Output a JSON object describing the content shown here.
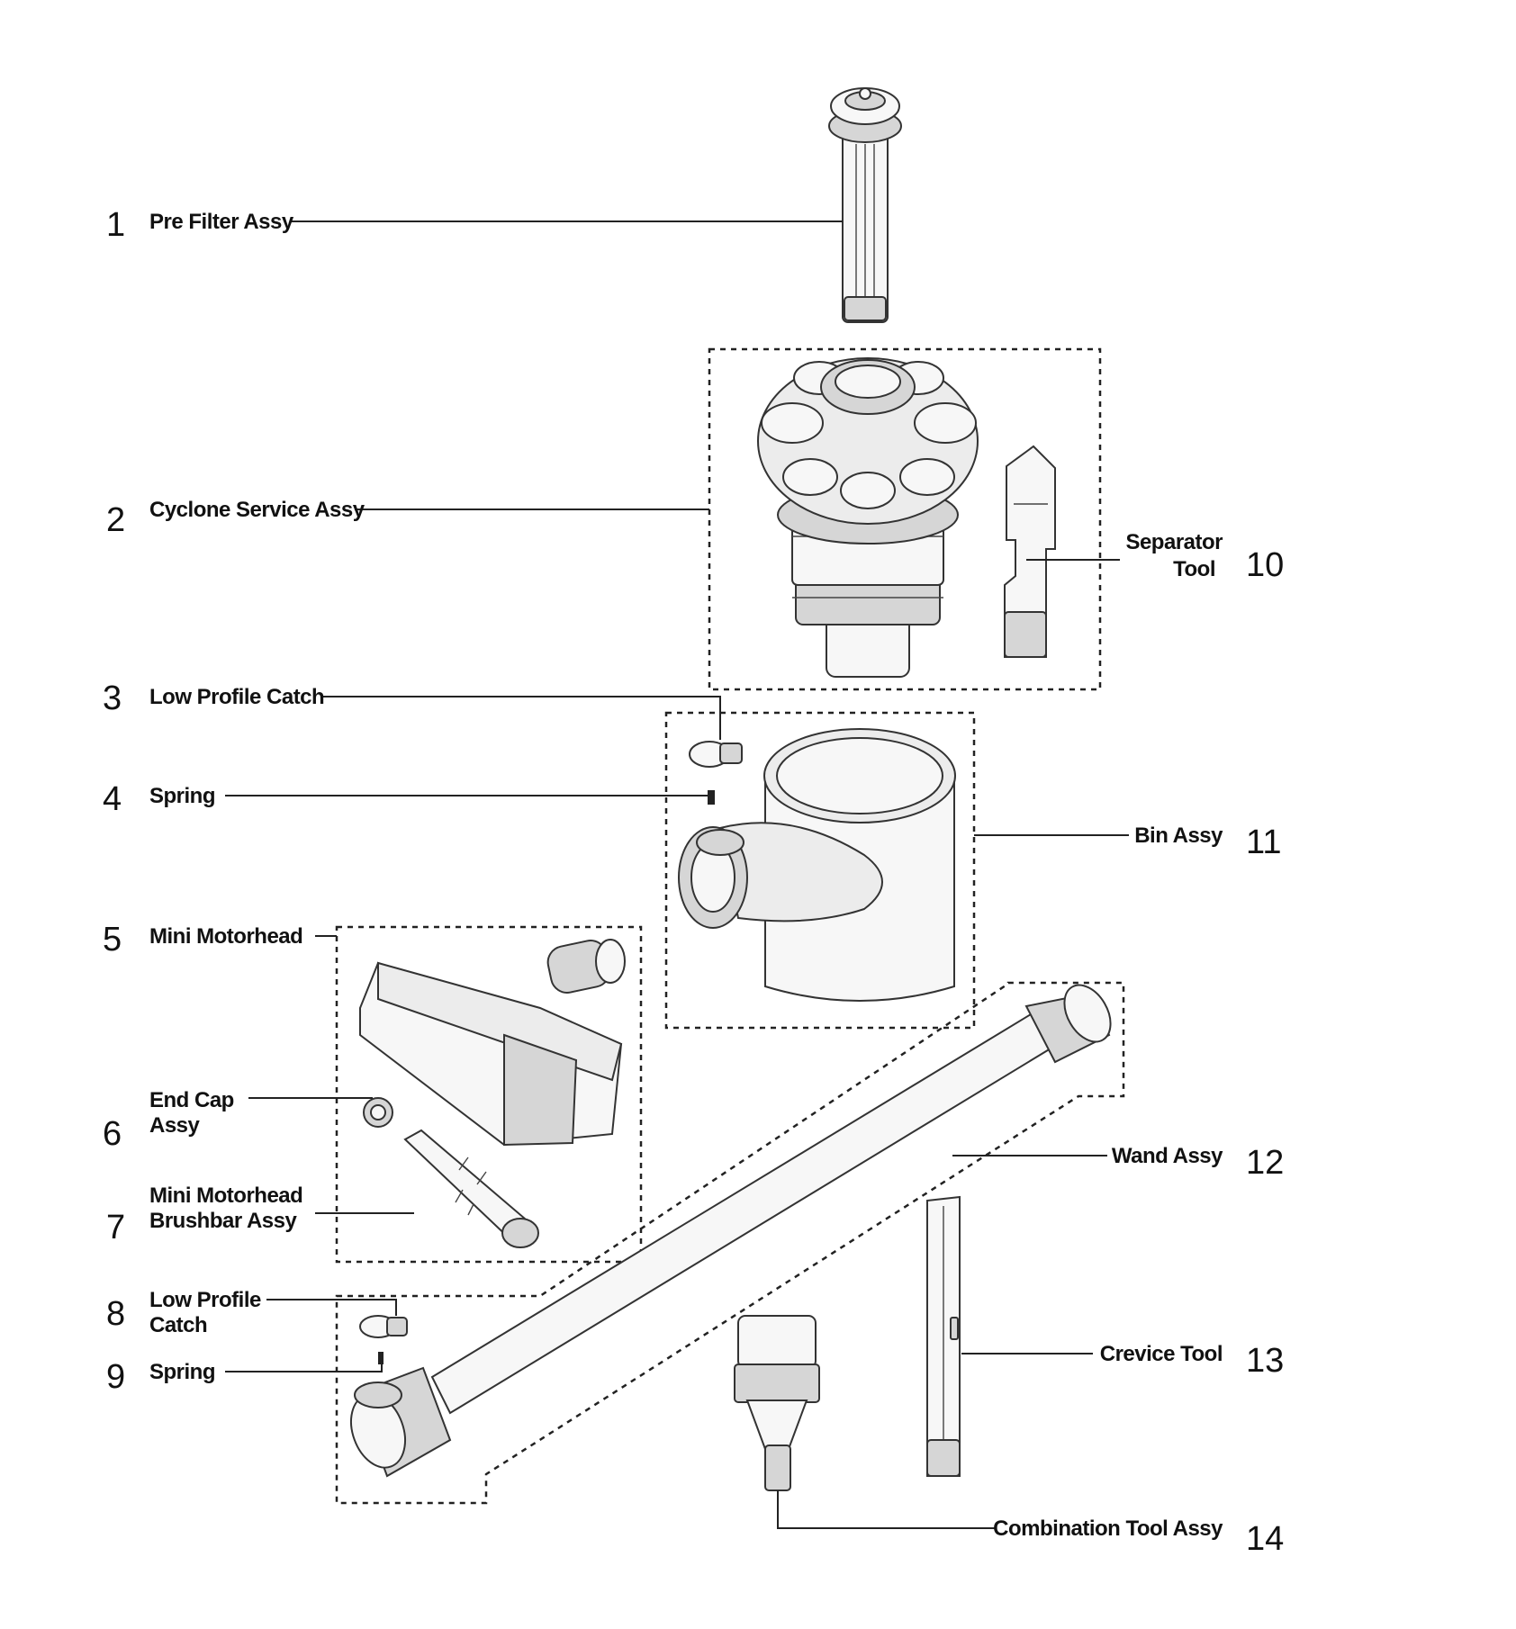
{
  "parts": [
    {
      "num": "1",
      "lines": [
        "Pre Filter Assy"
      ]
    },
    {
      "num": "2",
      "lines": [
        "Cyclone Service Assy"
      ]
    },
    {
      "num": "3",
      "lines": [
        "Low Profile Catch"
      ]
    },
    {
      "num": "4",
      "lines": [
        "Spring"
      ]
    },
    {
      "num": "5",
      "lines": [
        "Mini Motorhead"
      ]
    },
    {
      "num": "6",
      "lines": [
        "End Cap",
        "Assy"
      ]
    },
    {
      "num": "7",
      "lines": [
        "Mini Motorhead",
        "Brushbar Assy"
      ]
    },
    {
      "num": "8",
      "lines": [
        "Low Profile",
        "Catch"
      ]
    },
    {
      "num": "9",
      "lines": [
        "Spring"
      ]
    },
    {
      "num": "10",
      "lines": [
        "Separator",
        "Tool"
      ]
    },
    {
      "num": "11",
      "lines": [
        "Bin Assy"
      ]
    },
    {
      "num": "12",
      "lines": [
        "Wand Assy"
      ]
    },
    {
      "num": "13",
      "lines": [
        "Crevice Tool"
      ]
    },
    {
      "num": "14",
      "lines": [
        "Combination Tool Assy"
      ]
    }
  ]
}
